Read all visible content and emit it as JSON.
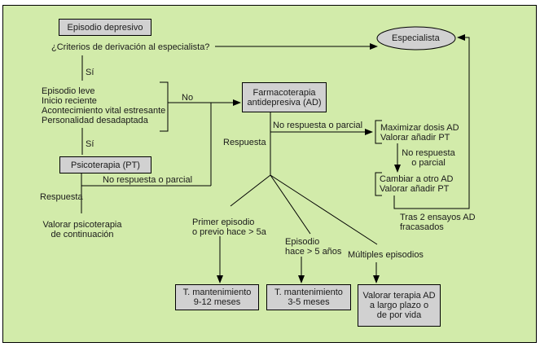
{
  "diagram": {
    "colors": {
      "background": "#d2ebaa",
      "box_fill": "#d1d1d1",
      "stroke": "#000000"
    },
    "nodes": {
      "episodio_depresivo": "Episodio depresivo",
      "criterios_question": "¿Criterios de derivación al especialista?",
      "especialista": "Especialista",
      "criteria_list": [
        "Episodio leve",
        "Inicio reciente",
        "Acontecimiento vital estresante",
        "Personalidad desadaptada"
      ],
      "psicoterapia": "Psicoterapia (PT)",
      "farmacoterapia": [
        "Farmacoterapia",
        "antidepresiva (AD)"
      ],
      "valorar_psicoterapia": [
        "Valorar psicoterapia",
        "de continuación"
      ],
      "maximizar": [
        "Maximizar dosis AD",
        "Valorar añadir PT"
      ],
      "cambiar": [
        "Cambiar a otro AD",
        "Valorar añadir PT"
      ],
      "mant_9_12": [
        "T. mantenimiento",
        "9-12 meses"
      ],
      "mant_3_5": [
        "T. mantenimiento",
        "3-5 meses"
      ],
      "valorar_terapia": [
        "Valorar terapia AD",
        "a largo plazo o",
        "de por vida"
      ]
    },
    "edge_labels": {
      "si_1": "Sí",
      "si_2": "Sí",
      "no": "No",
      "no_respuesta_pt": "No respuesta o parcial",
      "respuesta_pt": "Respuesta",
      "no_respuesta_ad": "No respuesta o parcial",
      "respuesta_ad": "Respuesta",
      "no_respuesta_max": [
        "No respuesta",
        "o parcial"
      ],
      "tras_2_ensayos": [
        "Tras 2 ensayos AD",
        "fracasados"
      ],
      "primer_episodio": [
        "Primer episodio",
        "o previo hace > 5a"
      ],
      "episodio_hace": [
        "Episodio",
        "hace > 5 años"
      ],
      "multiples": "Múltiples episodios"
    }
  }
}
